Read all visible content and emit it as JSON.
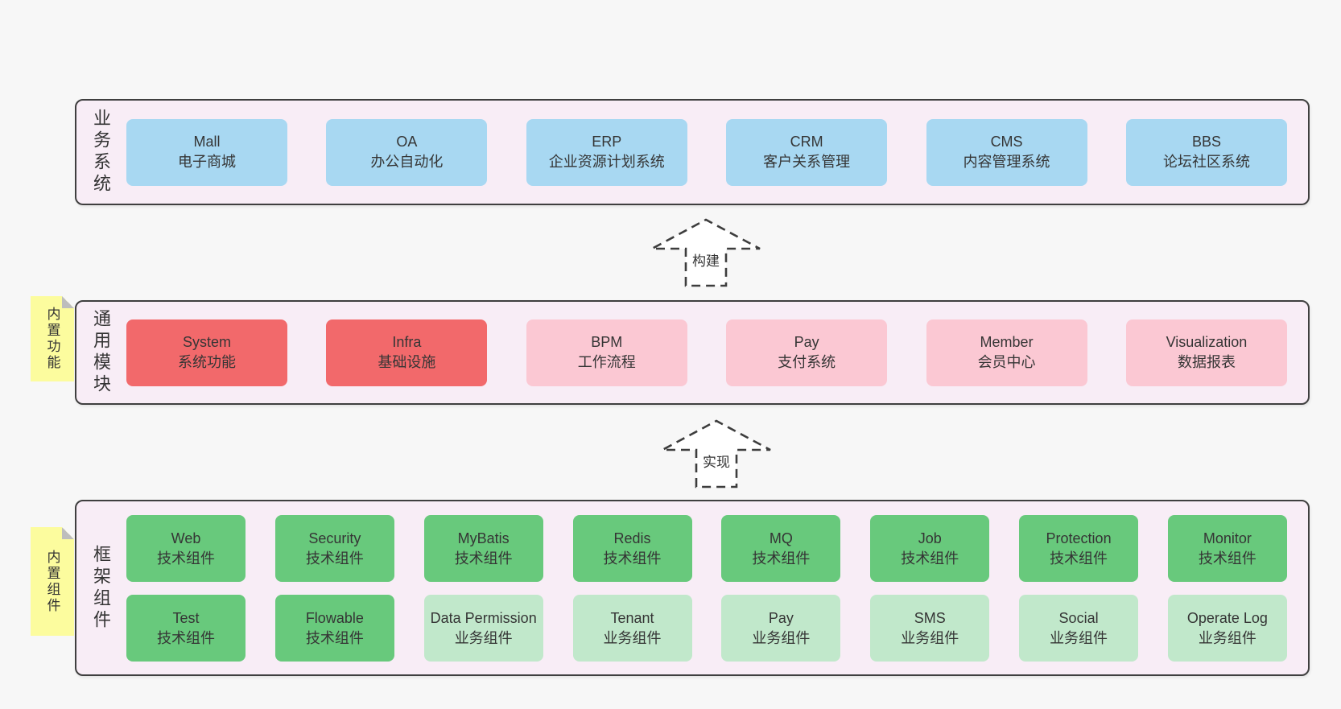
{
  "colors": {
    "page_bg": "#f7f7f7",
    "band_bg": "#f8edf6",
    "band_border": "#3f3f3f",
    "box_blue": "#a8d8f2",
    "box_red": "#f2696b",
    "box_pink": "#fbc8d3",
    "box_green_dark": "#68c97c",
    "box_green_light": "#c1e8cb",
    "sticky_yellow": "#fcfc9e",
    "text": "#353535"
  },
  "arrows": [
    {
      "label": "构建"
    },
    {
      "label": "实现"
    }
  ],
  "bands": [
    {
      "label": "业务系统",
      "boxes": [
        {
          "title": "Mall",
          "subtitle": "电子商城"
        },
        {
          "title": "OA",
          "subtitle": "办公自动化"
        },
        {
          "title": "ERP",
          "subtitle": "企业资源计划系统"
        },
        {
          "title": "CRM",
          "subtitle": "客户关系管理"
        },
        {
          "title": "CMS",
          "subtitle": "内容管理系统"
        },
        {
          "title": "BBS",
          "subtitle": "论坛社区系统"
        }
      ]
    },
    {
      "label": "通用模块",
      "sticky": "内置功能",
      "boxes": [
        {
          "title": "System",
          "subtitle": "系统功能"
        },
        {
          "title": "Infra",
          "subtitle": "基础设施"
        },
        {
          "title": "BPM",
          "subtitle": "工作流程"
        },
        {
          "title": "Pay",
          "subtitle": "支付系统"
        },
        {
          "title": "Member",
          "subtitle": "会员中心"
        },
        {
          "title": "Visualization",
          "subtitle": "数据报表"
        }
      ]
    },
    {
      "label": "框架组件",
      "sticky": "内置组件",
      "rows": [
        [
          {
            "title": "Web",
            "subtitle": "技术组件"
          },
          {
            "title": "Security",
            "subtitle": "技术组件"
          },
          {
            "title": "MyBatis",
            "subtitle": "技术组件"
          },
          {
            "title": "Redis",
            "subtitle": "技术组件"
          },
          {
            "title": "MQ",
            "subtitle": "技术组件"
          },
          {
            "title": "Job",
            "subtitle": "技术组件"
          },
          {
            "title": "Protection",
            "subtitle": "技术组件"
          },
          {
            "title": "Monitor",
            "subtitle": "技术组件"
          }
        ],
        [
          {
            "title": "Test",
            "subtitle": "技术组件"
          },
          {
            "title": "Flowable",
            "subtitle": "技术组件"
          },
          {
            "title": "Data Permission",
            "subtitle": "业务组件"
          },
          {
            "title": "Tenant",
            "subtitle": "业务组件"
          },
          {
            "title": "Pay",
            "subtitle": "业务组件"
          },
          {
            "title": "SMS",
            "subtitle": "业务组件"
          },
          {
            "title": "Social",
            "subtitle": "业务组件"
          },
          {
            "title": "Operate Log",
            "subtitle": "业务组件"
          }
        ]
      ]
    }
  ]
}
